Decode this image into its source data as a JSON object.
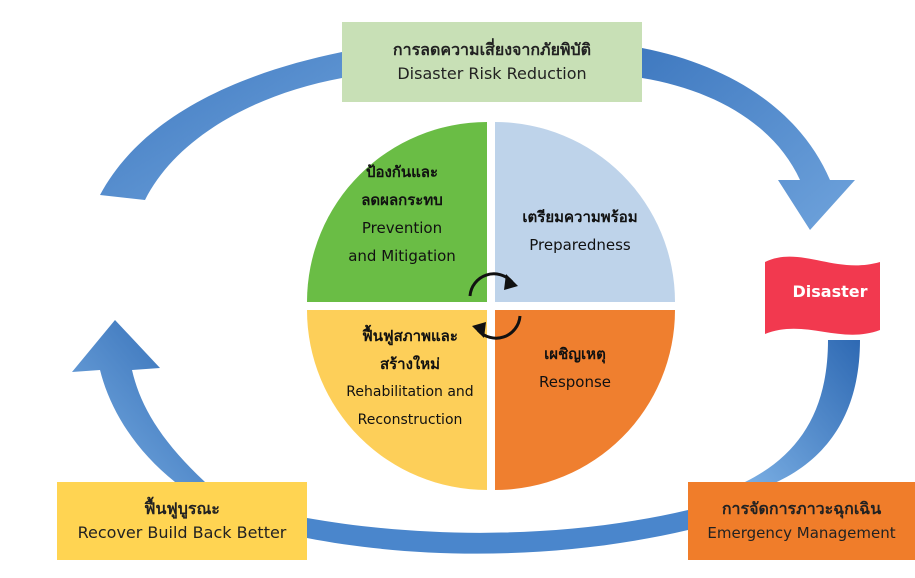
{
  "top_box": {
    "thai": "การลดความเสี่ยงจากภัยพิบัติ",
    "english": "Disaster Risk Reduction"
  },
  "quadrants": {
    "prevention": {
      "thai_line1": "ป้องกันและ",
      "thai_line2": "ลดผลกระทบ",
      "english_line1": "Prevention",
      "english_line2": "and Mitigation",
      "color": "#6abd45"
    },
    "preparedness": {
      "thai": "เตรียมความพร้อม",
      "english": "Preparedness",
      "color": "#bed3ea"
    },
    "rehabilitation": {
      "thai_line1": "ฟื้นฟูสภาพและ",
      "thai_line2": "สร้างใหม่",
      "english_line1": "Rehabilitation and",
      "english_line2": "Reconstruction",
      "color": "#fdcf59"
    },
    "response": {
      "thai": "เผชิญเหตุ",
      "english": "Response",
      "color": "#ef7f2f"
    }
  },
  "disaster_flag": {
    "label": "Disaster",
    "color": "#f2394f"
  },
  "bottom_left_box": {
    "thai": "ฟื้นฟูบูรณะ",
    "english": "Recover Build Back Better"
  },
  "bottom_right_box": {
    "thai": "การจัดการภาวะฉุกเฉิน",
    "english": "Emergency Management"
  },
  "colors": {
    "arrow_blue": "#3f79c0",
    "arrow_blue_light": "#6fa3dc",
    "background": "#ffffff"
  }
}
